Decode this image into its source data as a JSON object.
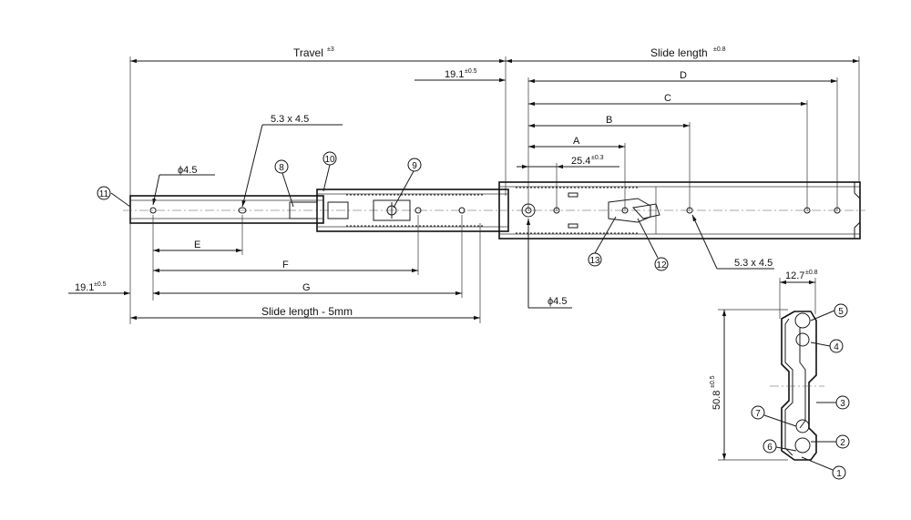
{
  "dims": {
    "travel": "Travel",
    "travel_tol": "±3",
    "slide_length": "Slide length",
    "slide_length_tol": "±0.8",
    "front_offset": "19.1",
    "front_offset_tol": "±0.5",
    "left_offset": "19.1",
    "left_offset_tol": "±0.5",
    "D": "D",
    "C": "C",
    "B": "B",
    "A": "A",
    "pitch": "25.4",
    "pitch_tol": "±0.3",
    "slot_top": "5.3 x 4.5",
    "slot_right": "5.3 x 4.5",
    "dia_left": "ϕ4.5",
    "dia_bottom": "ϕ4.5",
    "E": "E",
    "F": "F",
    "G": "G",
    "slide_minus": "Slide length - 5mm",
    "width": "12.7",
    "width_tol": "±0.8",
    "height": "50.8",
    "height_tol": "±0.5"
  },
  "callouts": [
    "1",
    "2",
    "3",
    "4",
    "5",
    "6",
    "7",
    "8",
    "9",
    "10",
    "11",
    "12",
    "13"
  ]
}
